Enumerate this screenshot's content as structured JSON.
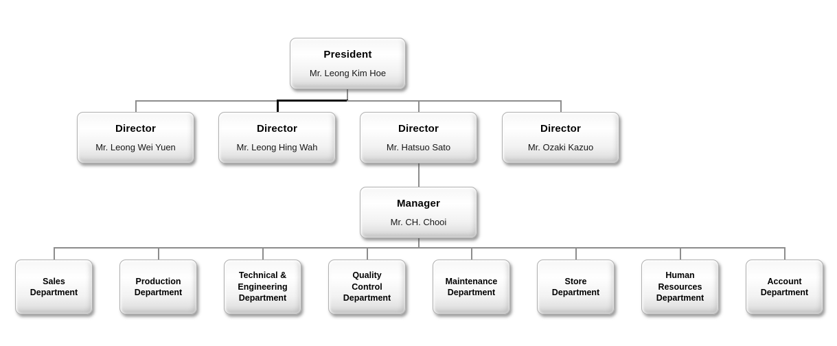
{
  "org_chart": {
    "president": {
      "title": "President",
      "name": "Mr. Leong Kim Hoe"
    },
    "directors": [
      {
        "title": "Director",
        "name": "Mr. Leong Wei Yuen"
      },
      {
        "title": "Director",
        "name": "Mr. Leong Hing Wah"
      },
      {
        "title": "Director",
        "name": "Mr. Hatsuo Sato"
      },
      {
        "title": "Director",
        "name": "Mr. Ozaki Kazuo"
      }
    ],
    "manager": {
      "title": "Manager",
      "name": "Mr. CH. Chooi"
    },
    "departments": [
      {
        "label": "Sales\nDepartment"
      },
      {
        "label": "Production\nDepartment"
      },
      {
        "label": "Technical &\nEngineering\nDepartment"
      },
      {
        "label": "Quality\nControl\nDepartment"
      },
      {
        "label": "Maintenance\nDepartment"
      },
      {
        "label": "Store\nDepartment"
      },
      {
        "label": "Human\nResources\nDepartment"
      },
      {
        "label": "Account\nDepartment"
      }
    ],
    "colors": {
      "connector": "#8c8c8c",
      "connector_highlight": "#0a0a0a",
      "box_fill_top": "#ffffff",
      "box_fill_bottom": "#d9d9d9",
      "box_border": "#b0b0b0",
      "background": "#ffffff"
    }
  }
}
